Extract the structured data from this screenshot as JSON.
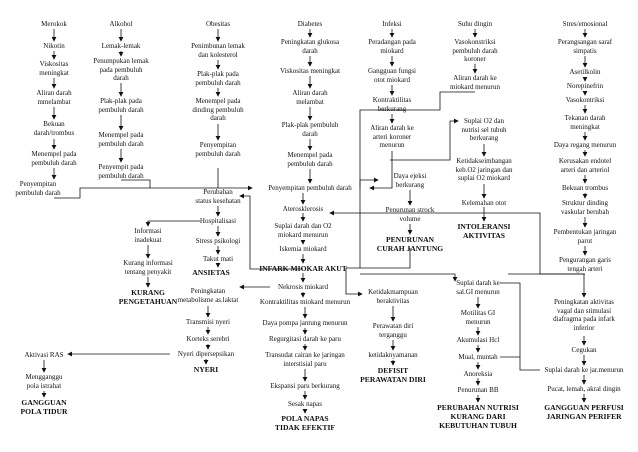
{
  "nodes": {
    "merokok": "Merokok",
    "nikotin": "Nikotin",
    "viskositas1": "Viskositas\nmeningkat",
    "aliran_darah1": "Aliran darah\nmmelambat",
    "bekuan1": "Bekuan\ndarah/trombus",
    "menempel1": "Menempel pada\npembuluh darah",
    "penyempitan1": "Penyempitan\npembuluh darah",
    "alkohol": "Alkohol",
    "lemak": "Lemak-lemak",
    "penumpukan_lemak": "Penumpukan lemak\npada pembuluh\ndarah",
    "plak1": "Plak-plak pada\npembuluh darah",
    "menempel2": "Menempel pada\npembuluh darah",
    "penyempit2": "Penyempit pada\npembuluh darah",
    "obesitas": "Obesitas",
    "penimbunan": "Penimbunan lemak\ndan kolesterol",
    "plak2": "Plak-plak pada\npembuluh darah",
    "menempel3": "Menempel pada\ndinding pembuluh\ndarah",
    "penyempitan3": "Penyempitan\npembuluh darah",
    "diabetes": "Diabetes",
    "peningkatan_glukosa": "Peningkatan glukosa\ndarah",
    "viskositas2": "Viskositas meningkat",
    "aliran_darah2": "Aliran darah\nmelambat",
    "plak3": "Plak-plak pembuluh\ndarah",
    "menempel4": "Menempel pada\npembuluh darah",
    "penyempitan_main": "Penyempitan pembuluh darah",
    "infeksi": "Infeksi",
    "peradangan": "Peradangan pada\nmiokard",
    "gangguan_fungsi": "Gangguan fungsi\notot miokard",
    "kontraktilitas": "Kontraktilitas\nberkurang",
    "aliran_koroner": "Aliran darah ke\narteri koroner\nmenurun",
    "suhu": "Suhu dingin",
    "vasokonstriksi1": "Vasokonstriksi\npembuluh darah\nkoroner",
    "aliran_miokard": "Aliran darah ke\nmiokard menurun",
    "stres": "Stres/emosional",
    "perangsangan": "Perangsangan saraf\nsimpatis",
    "asetilkolin": "Asetilkolin",
    "norepinefrin": "Norepinefrin",
    "vasokonstriksi2": "Vasokontriksi",
    "tekanan": "Tekanan darah\nmeningkat",
    "daya_regang": "Daya regang menurun",
    "kerusakan": "Kerusakan endotel\narteri dan arteriol",
    "bekuan2": "Bekuan trombus",
    "struktur": "Struktur dinding\nvaskular berubah",
    "pembentukan": "Pembentukan jaringan\nparut",
    "pengurangan": "Pengurangan garis\ntengah arteri",
    "perubahan": "Perubahan\nstatus kesehatan",
    "hospitalisasi": "Hospitalisasi",
    "informasi": "Informasi\ninadekuat",
    "kurang_info": "Kurang informasi\ntentang penyakit",
    "kurang_pengetahuan": "KURANG\nPENGETAHUAN",
    "stress_psikologi": "Stress psikologi",
    "takut": "Takut mati",
    "ansietas": "ANSIETAS",
    "aterosklerosis": "Aterosklerosis",
    "suplai1": "Suplai darah dan O2\nmiokard menurun",
    "iskemia": "Iskemia miokard",
    "infark": "INFARK MIOKAR AKUT",
    "daya_ejeksi": "Daya ejeksi\nberkurang",
    "penurunan_strock": "Penurunan strock\nvolume",
    "penurunan_curah": "PENURUNAN\nCURAH JANTUNG",
    "suplai_o2": "Suplai O2 dan\nnutrisi sel tubuh\nberkurang",
    "ketidakseimbangan": "Ketidakseimbangan\nkeb.O2 jaringan dan\nsuplai O2 miokard",
    "kelemahan": "Kelemahan otot",
    "intoleransi": "INTOLERANSI\nAKTIVITAS",
    "nekrosis": "Nekrosis miokard",
    "peningkatan_metab": "Peningkatan\nmetabolisme as.laktat",
    "transmisi": "Transmisi nyeri",
    "korteks": "Korteks serebri",
    "nyeri_dipersepsikan": "Nyeri dipersepsikan",
    "nyeri": "NYERI",
    "aktivasi_ras": "Aktivasi RAS",
    "mengganggu": "Mengganggu\npola istrahat",
    "gangguan_tidur": "GANGGUAN\nPOLA TIDUR",
    "kontraktilitas_menurun": "Kontraktilitas miokard menurun",
    "daya_pompa": "Daya pompa jantung menurun",
    "regurgitasi": "Regurgitasi darah ke paru",
    "transudat": "Transudat cairan ke jaringan\ninterstisial paru",
    "ekspansi": "Ekspansi paru berkurang",
    "sesak": "Sesak napas",
    "pola_napas": "POLA NAPAS\nTIDAK EFEKTIF",
    "ketidakmampuan": "Ketidakmampuan\nberaktivitas",
    "perawatan": "Perawatan diri\nterganggu",
    "ketidaknyamanan": "ketidaknyamanan",
    "defisit": "DEFISIT\nPERAWATAN DIRI",
    "suplai_gi": "Suplai darah ke\nsal.GI menurun",
    "motilitas": "Motilitas GI\nmenurun",
    "akumulasi": "Akumulasi Hcl",
    "mual": "Mual, muntah",
    "anoreksia": "Anoreksia",
    "penurunan_bb": "Penurunan BB",
    "perubahan_nutrisi": "PERUBAHAN NUTRISI\nKURANG DARI\nKEBUTUHAN TUBUH",
    "peningkatan_aktivitas": "Peningkatan aktivitas\nvagal dan stimulasi\ndiafragma pada infark\ninferior",
    "cegukan": "Cegukan",
    "suplai_jar": "Suplai darah ke jar.menurun",
    "pucat": "Pucat, lemah, akral dingin",
    "gangguan_perfusi": "GANGGUAN PERFUSI\nJARINGAN PERIFER"
  },
  "colors": {
    "line": "#111111",
    "background": "#ffffff"
  }
}
